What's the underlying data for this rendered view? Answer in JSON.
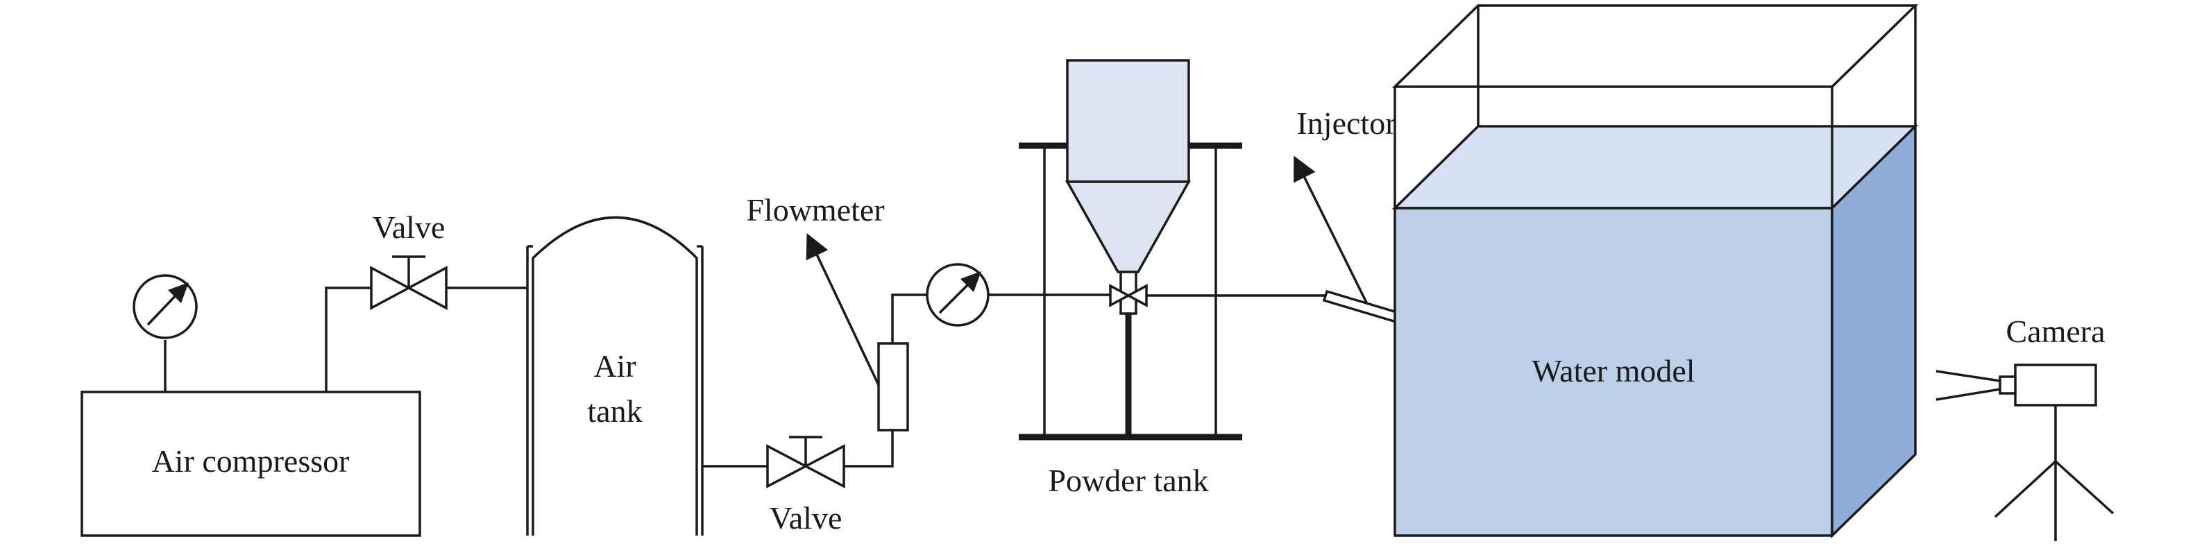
{
  "labels": {
    "valve_top": "Valve",
    "air_tank_line1": "Air",
    "air_tank_line2": "tank",
    "air_compressor": "Air compressor",
    "flowmeter": "Flowmeter",
    "valve_bottom": "Valve",
    "powder_tank": "Powder tank",
    "injector": "Injector",
    "water_model": "Water model",
    "camera": "Camera"
  },
  "colors": {
    "line": "#1a1a1a",
    "hopper_fill": "#dde3f0",
    "water_front": "#bccfe9",
    "water_top": "#d6e2f4",
    "water_side": "#8fadd9"
  },
  "icons": {
    "gauge": "pressure-gauge-icon",
    "valve": "gate-valve-icon",
    "camera": "video-camera-icon"
  }
}
